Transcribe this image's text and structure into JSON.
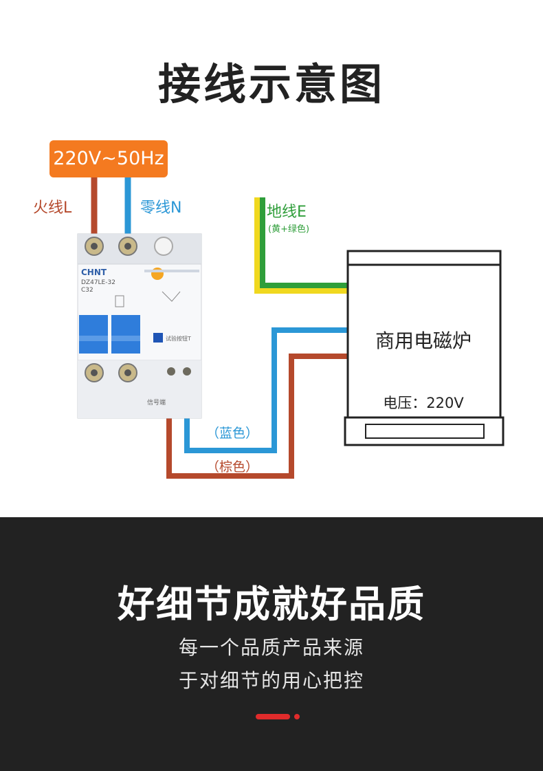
{
  "title": "接线示意图",
  "supply": "220V~50Hz",
  "labels": {
    "live": "火线L",
    "neutral": "零线N",
    "earth": "地线E",
    "earth_note": "(黄+绿色)",
    "blue_wire": "（蓝色）",
    "brown_wire": "（棕色）"
  },
  "breaker": {
    "brand": "CHNT",
    "model": "DZ47LE-32",
    "rating": "C32",
    "test_button": "试验按钮T",
    "side_text": "信号端"
  },
  "appliance": {
    "name": "商用电磁炉",
    "voltage": "电压：220V"
  },
  "slogan": "好细节成就好品质",
  "subtitle_lines": [
    "每一个品质产品来源",
    "于对细节的用心把控"
  ],
  "colors": {
    "live_wire": "#b5492c",
    "neutral_wire": "#2b97d6",
    "earth_wire_yellow": "#f0d81f",
    "earth_wire_green": "#2f9e3a",
    "supply_box": "#f47a20",
    "breaker_blue": "#2f7ddb",
    "bottom_bg": "#222222",
    "accent_red": "#e02b2b"
  }
}
